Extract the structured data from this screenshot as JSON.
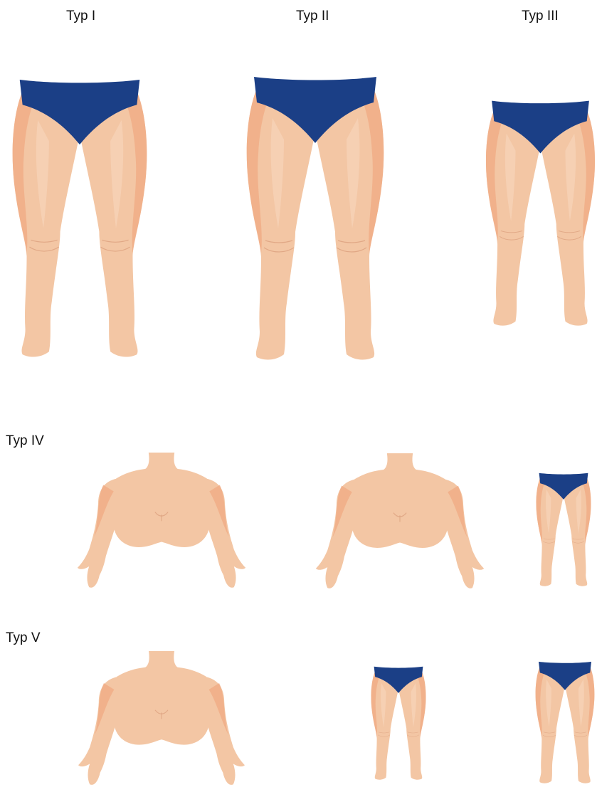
{
  "labels": {
    "typ1": "Typ I",
    "typ2": "Typ II",
    "typ3": "Typ III",
    "typ4": "Typ IV",
    "typ5": "Typ V"
  },
  "colors": {
    "skin": "#f3c6a4",
    "skin_shade": "#f0a983",
    "underwear": "#1b3f86",
    "background": "#ffffff"
  }
}
